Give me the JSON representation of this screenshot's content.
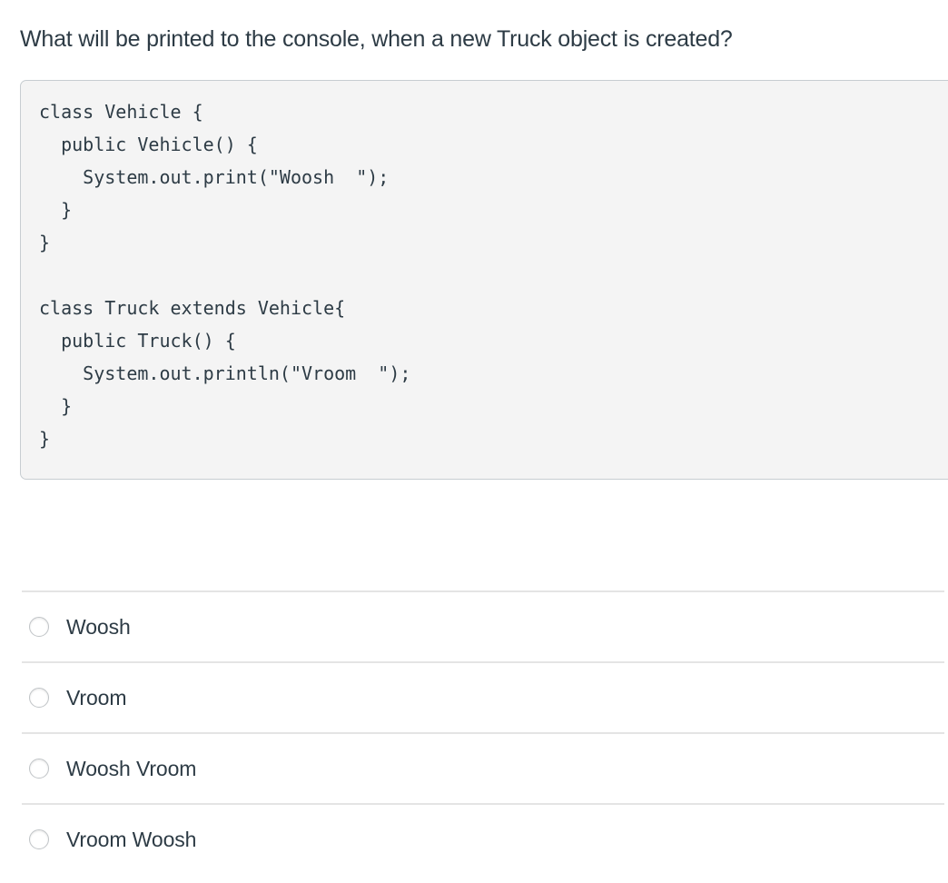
{
  "question": {
    "prompt": "What will be printed to the console, when a new Truck object is created?"
  },
  "code_block": {
    "language": "java",
    "content": "class Vehicle {\n  public Vehicle() {\n    System.out.print(\"Woosh  \");\n  }\n}\n\nclass Truck extends Vehicle{\n  public Truck() {\n    System.out.println(\"Vroom  \");\n  }\n}"
  },
  "answers": {
    "options": [
      {
        "label": "Woosh",
        "selected": false
      },
      {
        "label": "Vroom",
        "selected": false
      },
      {
        "label": "Woosh Vroom",
        "selected": false
      },
      {
        "label": "Vroom Woosh",
        "selected": false
      }
    ]
  },
  "colors": {
    "text": "#2d3b45",
    "code_background": "#f4f4f4",
    "code_border": "#c7cdd1",
    "divider": "#e4e4e4",
    "radio_border": "#c0c4c7"
  }
}
